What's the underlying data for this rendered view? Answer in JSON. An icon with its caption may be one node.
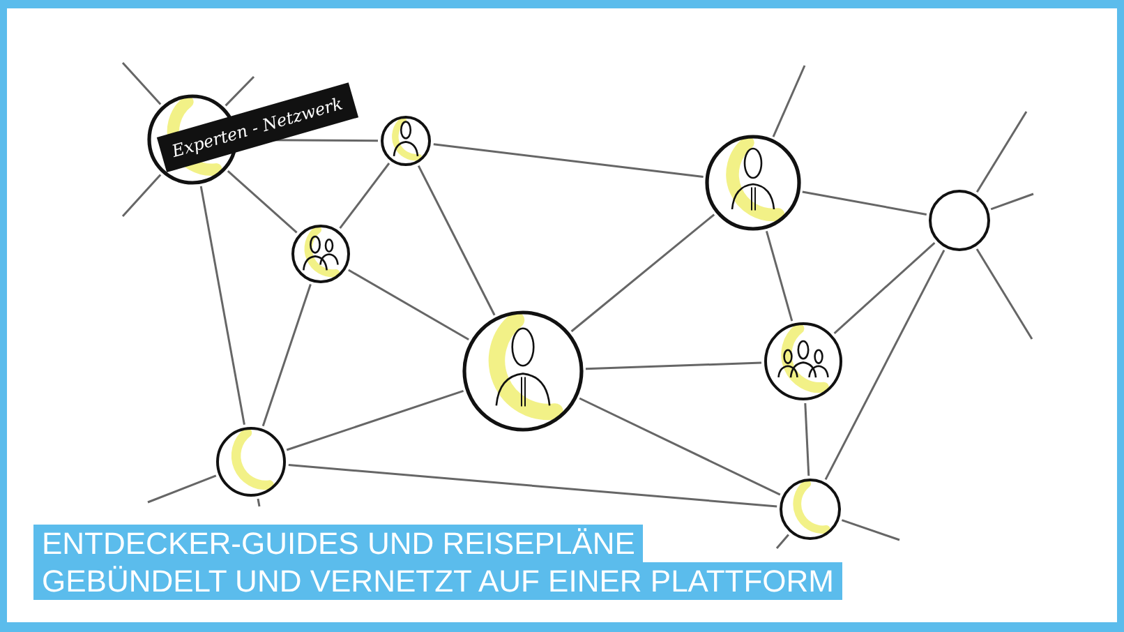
{
  "diagram": {
    "nodes": [
      {
        "text": [],
        "shape": "circle",
        "beside": [
          "Experten - Netzwerk"
        ]
      },
      {
        "text": [],
        "shape": "circle"
      },
      {
        "text": [],
        "shape": "circle"
      },
      {
        "text": [],
        "shape": "circle"
      },
      {
        "text": [],
        "shape": "circle"
      },
      {
        "text": [],
        "shape": "circle"
      },
      {
        "text": [],
        "shape": "circle"
      },
      {
        "text": [],
        "shape": "circle"
      },
      {
        "text": [],
        "shape": "circle"
      }
    ],
    "edges": [
      {
        "from": 0,
        "to": 1,
        "arrow": "none"
      },
      {
        "from": 0,
        "to": 4,
        "arrow": "none"
      },
      {
        "from": 0,
        "to": 7,
        "arrow": "none"
      },
      {
        "from": 1,
        "to": 4,
        "arrow": "none"
      },
      {
        "from": 1,
        "to": 5,
        "arrow": "none"
      },
      {
        "from": 1,
        "to": 2,
        "arrow": "none"
      },
      {
        "from": 4,
        "to": 5,
        "arrow": "none"
      },
      {
        "from": 4,
        "to": 7,
        "arrow": "none"
      },
      {
        "from": 2,
        "to": 5,
        "arrow": "none"
      },
      {
        "from": 2,
        "to": 3,
        "arrow": "none"
      },
      {
        "from": 2,
        "to": 6,
        "arrow": "none"
      },
      {
        "from": 3,
        "to": 6,
        "arrow": "none"
      },
      {
        "from": 3,
        "to": 8,
        "arrow": "none"
      },
      {
        "from": 5,
        "to": 6,
        "arrow": "none"
      },
      {
        "from": 5,
        "to": 7,
        "arrow": "none"
      },
      {
        "from": 5,
        "to": 8,
        "arrow": "none"
      },
      {
        "from": 7,
        "to": 8,
        "arrow": "none"
      },
      {
        "from": 6,
        "to": 8,
        "arrow": "none"
      },
      {
        "from": 0,
        "to": null,
        "arrow": "none"
      },
      {
        "from": 0,
        "to": null,
        "arrow": "none"
      },
      {
        "from": 0,
        "to": null,
        "arrow": "none"
      },
      {
        "from": 2,
        "to": null,
        "arrow": "none"
      },
      {
        "from": 3,
        "to": null,
        "arrow": "none"
      },
      {
        "from": 3,
        "to": null,
        "arrow": "none"
      },
      {
        "from": 3,
        "to": null,
        "arrow": "none"
      },
      {
        "from": 7,
        "to": null,
        "arrow": "none"
      },
      {
        "from": 7,
        "to": null,
        "arrow": "none"
      },
      {
        "from": 8,
        "to": null,
        "arrow": "none"
      },
      {
        "from": 8,
        "to": null,
        "arrow": "none"
      }
    ],
    "labels": [
      "ENTDECKER-GUIDES UND REISEPLÄNE",
      "GEBÜNDELT UND VERNETZT AUF EINER PLATTFORM"
    ]
  }
}
